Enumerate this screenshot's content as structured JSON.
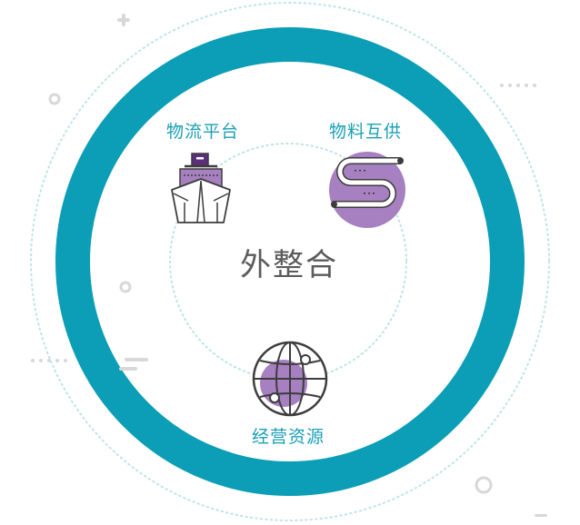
{
  "center": {
    "title": "外整合"
  },
  "nodes": [
    {
      "label": "物流平台",
      "icon": "ship-icon"
    },
    {
      "label": "物料互供",
      "icon": "supply-path-icon"
    },
    {
      "label": "经营资源",
      "icon": "globe-icon"
    }
  ],
  "colors": {
    "ring": "#0b9eb6",
    "accent_purple": "#a680c0",
    "label_teal": "#1a9fb5",
    "dotted": "#bfe3e8",
    "decor_gray": "#d8d8d8",
    "text_gray": "#5b5b5b",
    "line_dark": "#3d3d3d"
  }
}
